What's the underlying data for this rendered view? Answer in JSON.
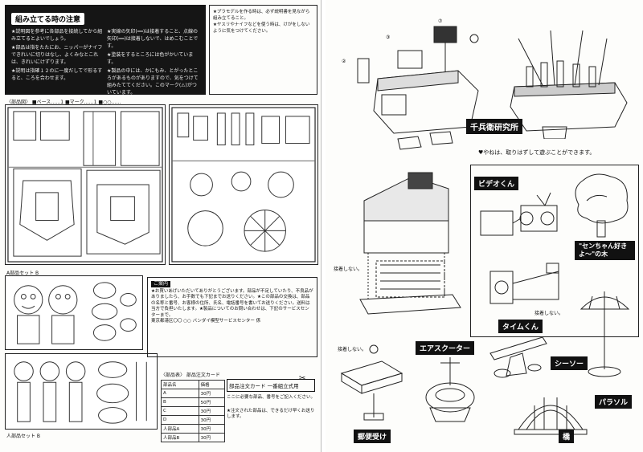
{
  "left_page": {
    "notice": {
      "title": "組み立てる時の注意",
      "col1": [
        "★説明図を参考に各部品を接続してから組み立てるとよいでしょう。",
        "★部品は指をたたにお、ニッパーがナイフできれいに切りはなし、よくみなとこれは、きれいにけずります。",
        "★説明は指確１２のに一度だしてで形るすると、ころを合わせます。"
      ],
      "col2": [
        "★実線の矢印(━━)は接着すること、点線の矢印(━━)は接着しないで、はめこむことです。",
        "★塗装をするところには色がかいています。",
        "★製品の中には、かにもみ、とがったところがあるものがありますので、気をつけて組みたててください。このマーク(⚠)がついています。"
      ]
    },
    "warnbox_lines": [
      "★プラモデルを作る時は、必ず説明書を見ながら組み立てること。",
      "★ヤスリやナイフなどを使う時は、けがをしないように気をつけてください。"
    ],
    "parts_label": "〈部品図〉 ■ベース……1 ■マーク……1 ■○○……",
    "runner_a_label": "A部品セット B",
    "runner_b_label": "人部品セット B",
    "textbox": {
      "tag": "ご案内",
      "text": "★お買いあげいただいてありがとうございます。部品が不足していたり、不良品がありましたら、お手数でも下記までお送りください。★この部品の交換は、部品の名称と番号、お客様の住所、氏名、電話番号を書いてお送りください。送料は当方で負担いたします。★製品についてのお問い合わせは、下記のサービスセンターまで。",
      "address": "東京都港区〇〇 ○○ バンダイ模型サービスセンター 係"
    },
    "parts_list": {
      "header": "〈部品表〉 部品注文カード",
      "rows": [
        [
          "部品名",
          "価格"
        ],
        [
          "A",
          "30円"
        ],
        [
          "B",
          "50円"
        ],
        [
          "C",
          "30円"
        ],
        [
          "D",
          "30円"
        ],
        [
          "人部品A",
          "30円"
        ],
        [
          "人部品B",
          "30円"
        ]
      ]
    },
    "order_box": {
      "title": "部品注文カード",
      "subtitle": "一番組立式用",
      "desc": "ここに必要な部品、番号をご記入ください。",
      "footer": "★注文された部品は、できるだけ早くお送りします。"
    }
  },
  "right_page": {
    "captions": {
      "lab": "千兵衛研究所",
      "video": "ビデオくん",
      "tree": "\"センちゃん好きよ～\"の木",
      "time": "タイムくん",
      "scooter": "エアスクーター",
      "seesaw": "シーソー",
      "parasol": "パラソル",
      "mailbox": "郵便受け",
      "bridge": "橋"
    },
    "note_remove": "♥やねは、取りはずして遊ぶことができます。",
    "note_no_glue": "接着しない。",
    "note_no_glue2": "接着しない。",
    "note_no_glue3": "接着しない。"
  }
}
